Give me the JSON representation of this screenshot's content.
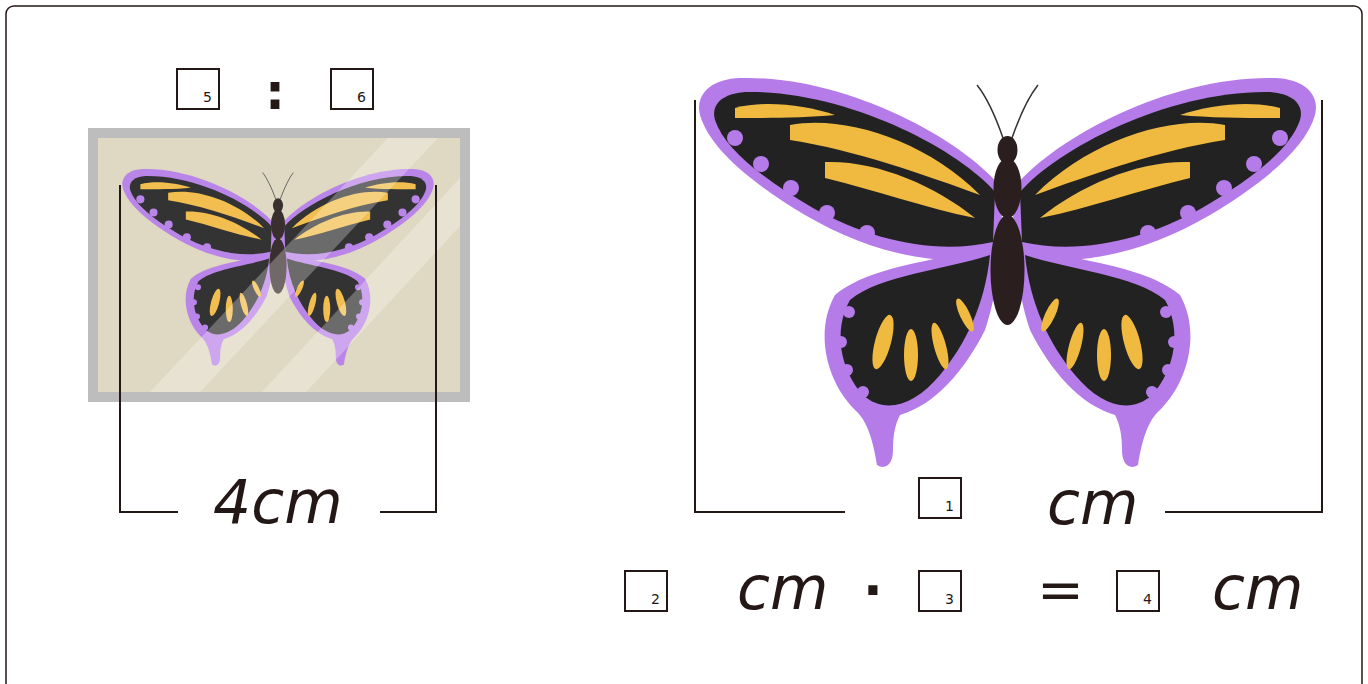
{
  "diagram": {
    "nodes": [
      {
        "text": [
          "5"
        ]
      },
      {
        "text": [
          "6"
        ]
      },
      {
        "text": [
          "1"
        ]
      },
      {
        "text": [
          "2"
        ]
      },
      {
        "text": [
          "3"
        ]
      },
      {
        "text": [
          "4"
        ]
      }
    ],
    "labels": [
      ":",
      "4cm",
      "cm",
      "cm",
      "·",
      "=",
      "cm"
    ]
  }
}
